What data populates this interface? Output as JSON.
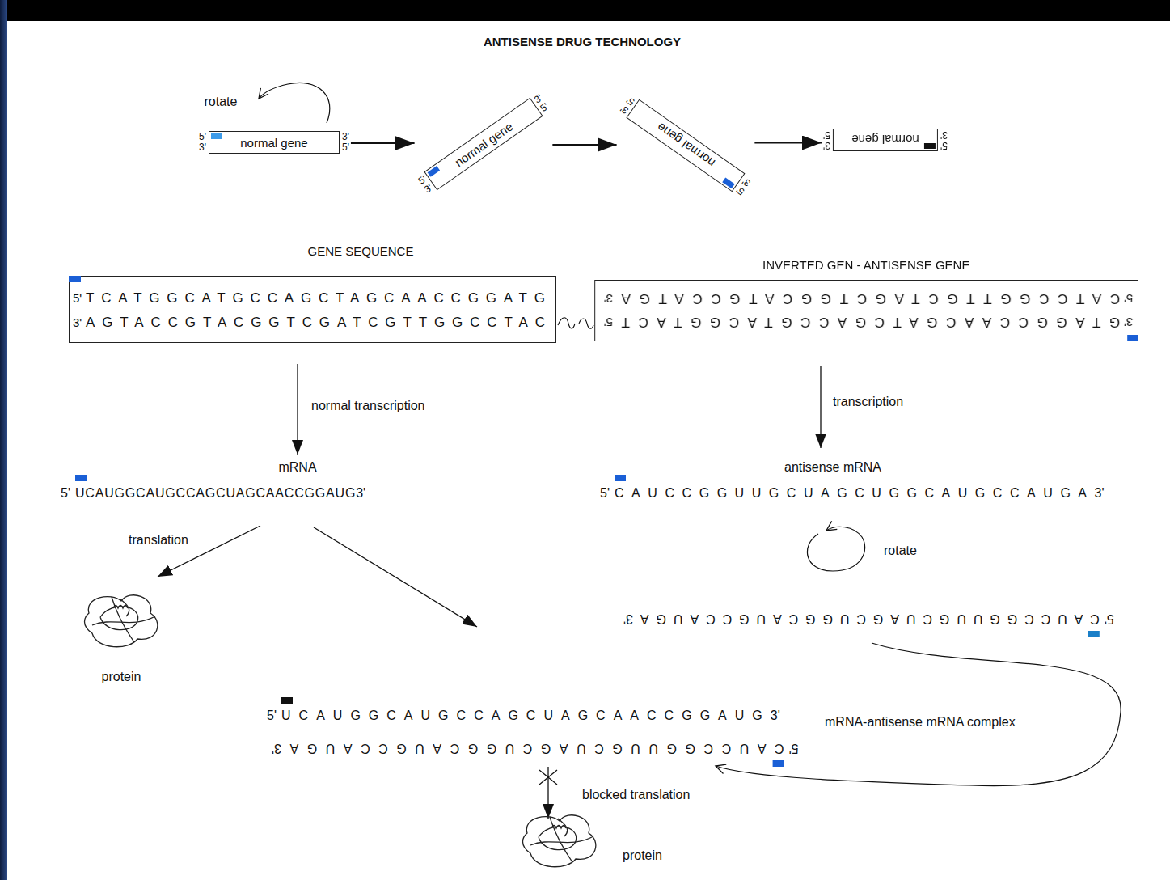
{
  "diagram": {
    "title": "ANTISENSE DRUG TECHNOLOGY",
    "nodes": [
      {
        "text": [
          "normal gene"
        ]
      },
      {
        "text": [
          "normal gene"
        ]
      },
      {
        "text": [
          "normal gene"
        ]
      },
      {
        "text": [
          "normal gene"
        ]
      },
      {
        "text": [
          "GENE SEQUENCE",
          "5'",
          "TCATGGCATGCCAGCTAGCAACCGGATG",
          "3'",
          "AGTACCGTACGGTCGATCGTTGGCCTAC"
        ]
      },
      {
        "text": [
          "INVERTED GEN - ANTISENSE GENE",
          "3'",
          "GTAGGCCAACGATCGACCGTACGGTACT",
          "5'",
          "5'",
          "CATCCGGTTGCTAGCTGGCATGCCATGA",
          "3'"
        ]
      }
    ],
    "edges": [
      {
        "from": 0,
        "to": 1,
        "arrow": "to"
      },
      {
        "from": 1,
        "to": 2,
        "arrow": "to"
      },
      {
        "from": 2,
        "to": 3,
        "arrow": "to"
      }
    ],
    "labels": [
      "rotate",
      "5'",
      "3'",
      "3'",
      "5'",
      "5'",
      "3'",
      "3'",
      "5'",
      "5'",
      "3'",
      "3'",
      "5'",
      "5'",
      "3'",
      "3'",
      "5'",
      "normal transcription",
      "mRNA",
      "5'",
      "UCAUGGCAUGCCAGCUAGCAACCGGAUG",
      "3'",
      "transcription",
      "antisense mRNA",
      "5'",
      "CAUCCGGUUGCUAGCUGGCAUGCCAUGA",
      "3'",
      "rotate",
      "5'",
      "CAUCCGGUUGCUAGCUGGCAUGCCAUGA",
      "3'",
      "translation",
      "protein",
      "5'",
      "UCAUGGCAUGCCAGCUAGCAACCGGAUG",
      "3'",
      "5'",
      "CAUCCGGUUGCUAGCUGGCAUGCCAUGA",
      "3'",
      "mRNA-antisense mRNA complex",
      "blocked translation",
      "protein"
    ]
  }
}
